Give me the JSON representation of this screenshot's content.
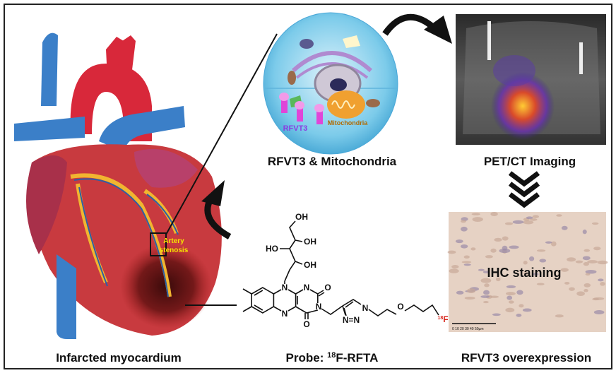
{
  "labels": {
    "infarcted": "Infarcted myocardium",
    "probe_prefix": "Probe: ",
    "probe_sup": "18",
    "probe_name": "F-RFTA",
    "cell_title": "RFVT3 & Mitochondria",
    "pet": "PET/CT Imaging",
    "ihc_caption": "RFVT3 overexpression",
    "ihc_inside": "IHC staining",
    "stenosis_line1": "Artery",
    "stenosis_line2": "stenosis",
    "rfvt3": "RFVT3",
    "mito": "Mitochondria",
    "scale_bar": "0  10  20  30  40  50µm"
  },
  "structure": {
    "oh1": "OH",
    "oh2": "OH",
    "ho3": "HO",
    "oh4": "OH",
    "n10": "N",
    "n1": "N",
    "n5": "N",
    "n3": "N",
    "o2": "O",
    "o4": "O",
    "tz_n1": "N",
    "tz_n23": "N=N",
    "ether_o": "O",
    "f_sup": "18",
    "f": "F"
  },
  "colors": {
    "stenosis": "#f5e400",
    "rfvt3": "#8a3ee0",
    "mito": "#b06a00",
    "fluorine": "#d9261c"
  }
}
